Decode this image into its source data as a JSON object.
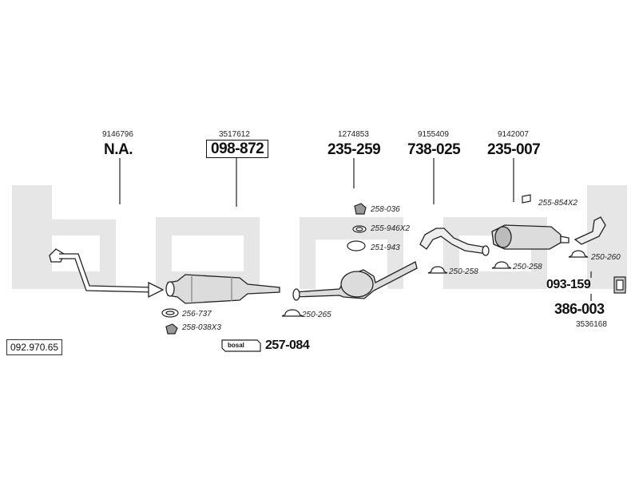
{
  "diagram": {
    "reference_number": "092.970.65",
    "watermark_text": "bosal",
    "brand_badge_text": "bosal",
    "top_parts": [
      {
        "oem": "9146796",
        "part": "N.A."
      },
      {
        "oem": "3517612",
        "part": "098-872"
      },
      {
        "oem": "1274853",
        "part": "235-259"
      },
      {
        "oem": "9155409",
        "part": "738-025"
      },
      {
        "oem": "9142007",
        "part": "235-007"
      }
    ],
    "annotations": [
      "258-036",
      "255-946X2",
      "251-943",
      "255-854X2",
      "250-258",
      "250-258",
      "250-260",
      "256-737",
      "258-038X3",
      "250-265"
    ],
    "bottom_right": {
      "clamp_part": "093-159",
      "mount_part": "386-003",
      "mount_oem": "3536168"
    },
    "kit_part": "257-084",
    "colors": {
      "line": "#222222",
      "watermark": "#e6e6e6",
      "fill_light": "#dcdcdc"
    }
  }
}
